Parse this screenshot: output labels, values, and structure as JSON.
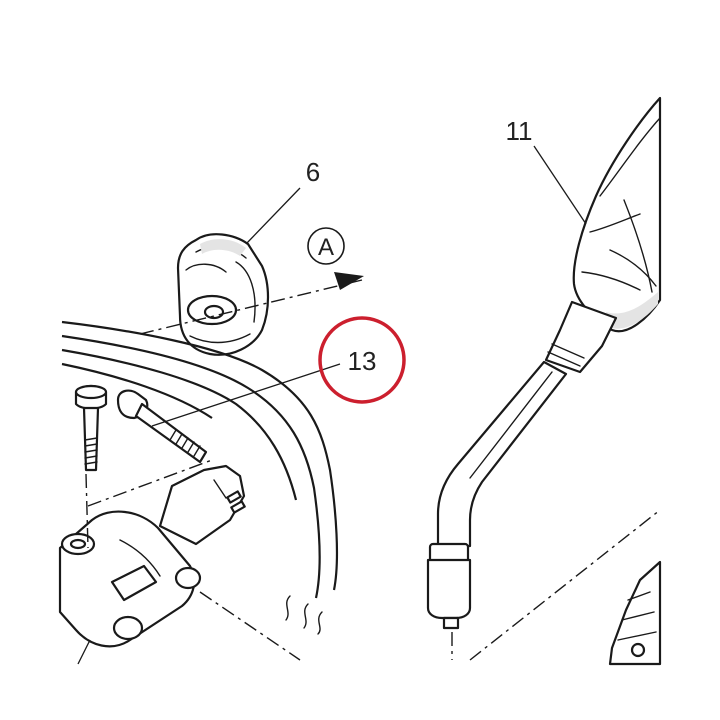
{
  "callouts": {
    "part_6": "6",
    "part_11": "11",
    "part_13": "13"
  },
  "view_marker": {
    "letter": "A"
  },
  "colors": {
    "line": "#1a1a1a",
    "highlight_ring": "#cc1f2e",
    "background": "#ffffff"
  }
}
